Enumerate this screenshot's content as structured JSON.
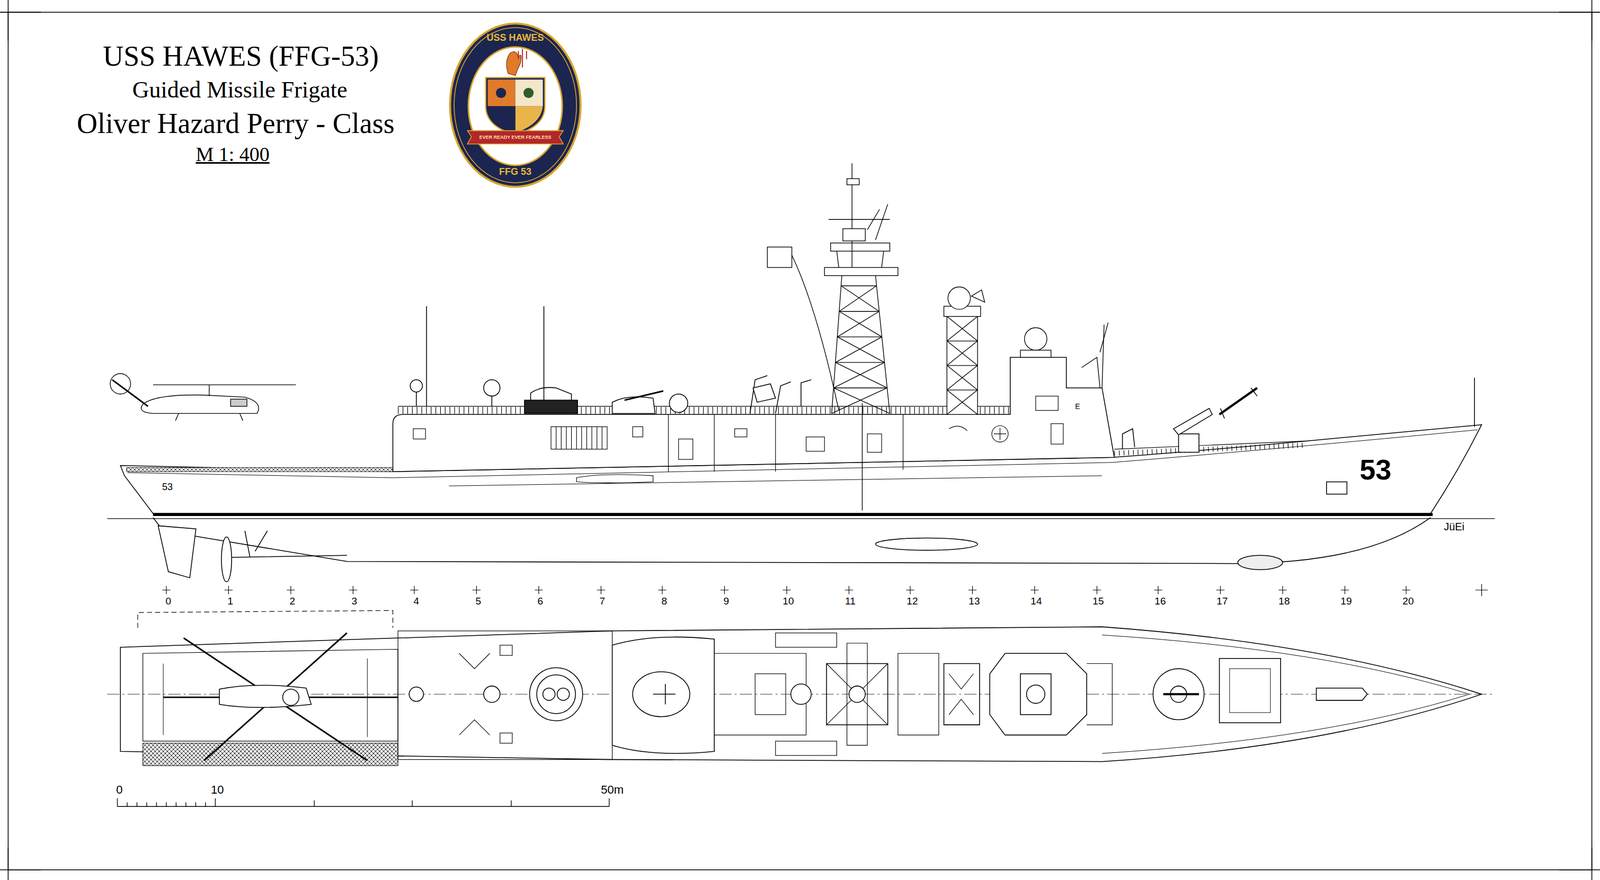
{
  "diagram": {
    "title": "USS HAWES (FFG-53)",
    "labels": [
      "Guided Missile Frigate",
      "Oliver Hazard Perry - Class",
      "M 1: 400",
      "USS HAWES",
      "EVER READY EVER FEARLESS",
      "FFG 53",
      "53",
      "53",
      "JüEi",
      "E",
      "0",
      "1",
      "2",
      "3",
      "4",
      "5",
      "6",
      "7",
      "8",
      "9",
      "10",
      "11",
      "12",
      "13",
      "14",
      "15",
      "16",
      "17",
      "18",
      "19",
      "20",
      "0",
      "10",
      "50m"
    ]
  }
}
